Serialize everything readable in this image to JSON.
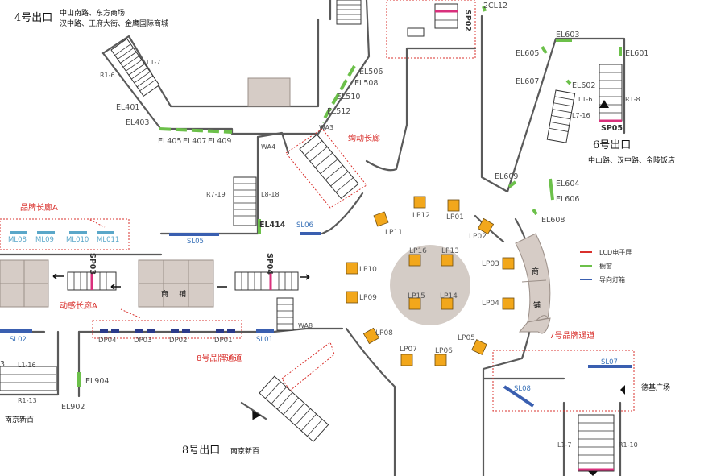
{
  "exits": {
    "exit4": {
      "title": "4号出口",
      "line1": "中山南路、东方商场",
      "line2": "汉中路、王府大街、金鹰国际商城"
    },
    "exit6": {
      "title": "6号出口",
      "line1": "中山路、汉中路、金陵饭店"
    },
    "exit8": {
      "title": "8号出口",
      "line1": "南京新百"
    },
    "left_exit_name": "南京新百",
    "deji": "德基广场"
  },
  "corridors": {
    "brand_a": "品牌长廊A",
    "dynamic_a": "动感长廊A",
    "xuandong": "绚动长廊",
    "brand_8": "8号品牌通道",
    "brand_7": "7号品牌通道"
  },
  "shop_char1": "商",
  "shop_char2": "铺",
  "legend": {
    "lcd": "LCD电子屏",
    "window": "橱窗",
    "lightbox": "导向灯箱"
  },
  "lp_labels": [
    "LP01",
    "LP02",
    "LP03",
    "LP04",
    "LP05",
    "LP06",
    "LP07",
    "LP08",
    "LP09",
    "LP10",
    "LP11",
    "LP12",
    "LP13",
    "LP14",
    "LP15",
    "LP16"
  ],
  "ml_labels": [
    "ML08",
    "ML09",
    "ML010",
    "ML011"
  ],
  "dp_labels": [
    "DP04",
    "DP03",
    "DP02",
    "DP01"
  ],
  "el_labels": {
    "EL401": "EL401",
    "EL403": "EL403",
    "EL405": "EL405",
    "EL407": "EL407",
    "EL409": "EL409",
    "EL414": "EL414",
    "EL506": "EL506",
    "EL508": "EL508",
    "EL510": "EL510",
    "EL512": "EL512",
    "EL601": "EL601",
    "EL602": "EL602",
    "EL603": "EL603",
    "EL604": "EL604",
    "EL605": "EL605",
    "EL606": "EL606",
    "EL607": "EL607",
    "EL608": "EL608",
    "EL609": "EL609",
    "EL902": "EL902",
    "EL904": "EL904"
  },
  "sl_labels": {
    "SL01": "SL01",
    "SL02": "SL02",
    "SL05": "SL05",
    "SL06": "SL06",
    "SL07": "SL07",
    "SL08": "SL08"
  },
  "wa_labels": {
    "WA3": "WA3",
    "WA4": "WA4",
    "WA8": "WA8"
  },
  "sp_labels": {
    "SP02": "SP02",
    "SP03": "SP03",
    "SP04": "SP04",
    "SP05": "SP05"
  },
  "stair_labels": {
    "L1-7a": "L1-7",
    "R1-6": "R1-6",
    "R7-19": "R7-19",
    "L8-18": "L8-18",
    "L1-6": "L1-6",
    "R1-8": "R1-8",
    "L7-16": "L7-16",
    "L1-16": "L1-16",
    "R1-13": "R1-13",
    "L1-7b": "L1-7",
    "R1-10": "R1-10",
    "CL12": "2CL12",
    "left3": "3"
  },
  "colors": {
    "lcd": "#f2a71b",
    "window": "#6cc04a",
    "lightbox": "#3a5fb0",
    "corridor_text": "#d9302c"
  }
}
